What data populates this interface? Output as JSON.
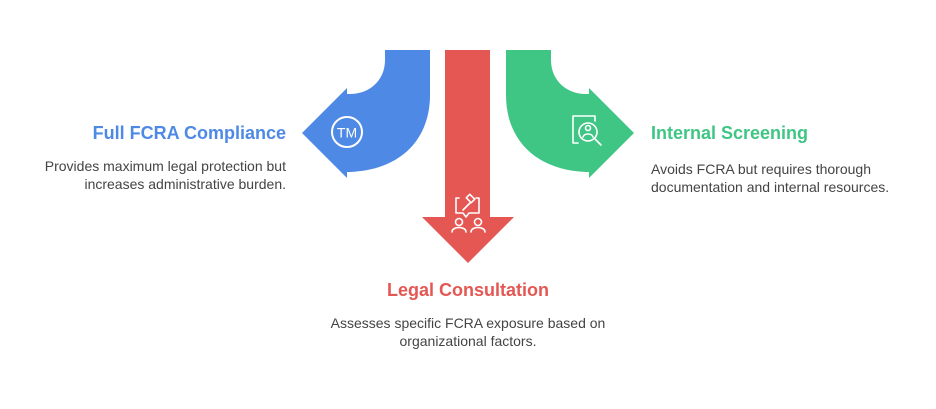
{
  "colors": {
    "left": "#4E89E5",
    "center": "#E45753",
    "right": "#3FC684",
    "text": "#444444"
  },
  "options": [
    {
      "key": "left",
      "title": "Full FCRA Compliance",
      "description": "Provides maximum legal protection but increases administrative burden.",
      "icon": "trademark-icon",
      "icon_text": "TM"
    },
    {
      "key": "center",
      "title": "Legal Consultation",
      "description": "Assesses specific FCRA exposure based on organizational factors.",
      "icon": "legal-consultation-icon"
    },
    {
      "key": "right",
      "title": "Internal Screening",
      "description": "Avoids FCRA but requires thorough documentation and internal resources.",
      "icon": "document-search-icon"
    }
  ]
}
